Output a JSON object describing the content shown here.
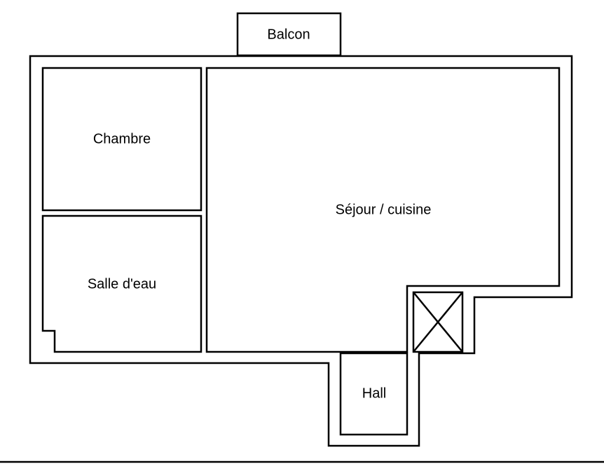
{
  "rooms": {
    "balcon": "Balcon",
    "chambre": "Chambre",
    "salle_deau": "Salle d'eau",
    "sejour_cuisine": "Séjour / cuisine",
    "hall": "Hall"
  }
}
